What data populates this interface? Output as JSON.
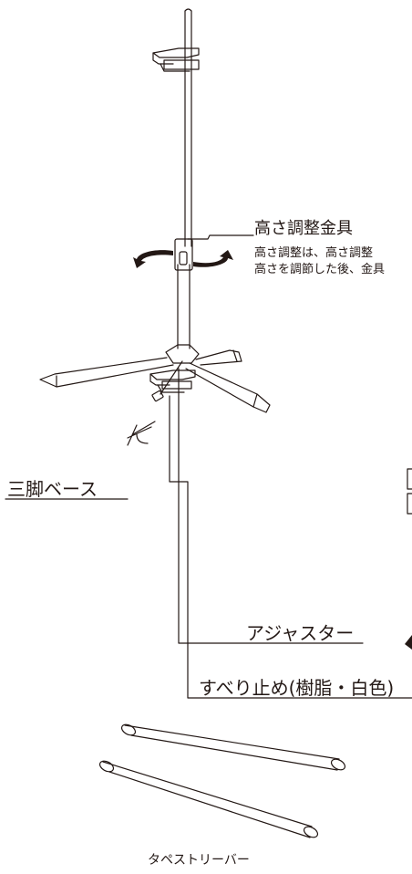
{
  "labels": {
    "height_adjuster_title": "高さ調整金具",
    "height_adjuster_desc_line1": "高さ調整は、高さ調整",
    "height_adjuster_desc_line2": "高さを調節した後、金具",
    "tripod_base": "三脚ベース",
    "adjuster": "アジャスター",
    "anti_slip": "すべり止め(樹脂・白色)",
    "tapestry_bar": "タペストリーバー"
  },
  "colors": {
    "line": "#231815",
    "background": "#ffffff"
  }
}
